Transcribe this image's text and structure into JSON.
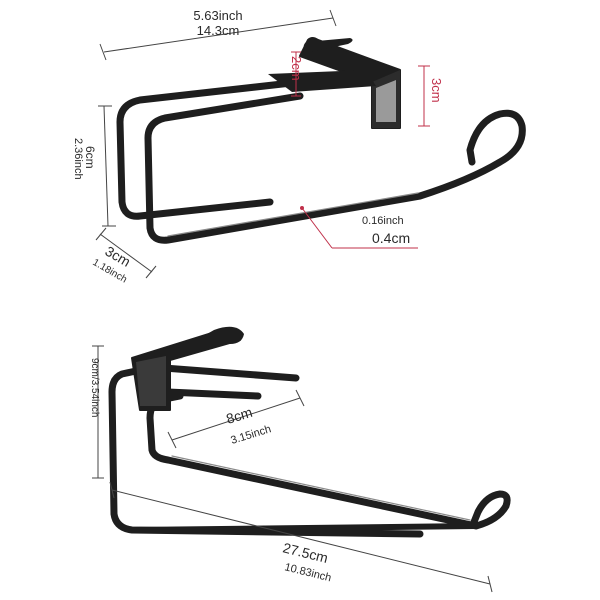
{
  "top_product": {
    "width_in": "5.63inch",
    "width_cm": "14.3cm",
    "clip_height_cm": "2cm",
    "bracket_height_cm": "3cm",
    "height_cm": "6cm",
    "height_in": "2.36inch",
    "depth_cm": "3cm",
    "depth_in": "1.18inch",
    "wire_in": "0.16inch",
    "wire_cm": "0.4cm"
  },
  "bottom_product": {
    "height_label": "9cm/3.54inch",
    "gap_cm": "8cm",
    "gap_in": "3.15inch",
    "length_cm": "27.5cm",
    "length_in": "10.83inch"
  },
  "colors": {
    "metal": "#1e1e1e",
    "metal_highlight": "#8a8a8a",
    "dimension_line": "#444444",
    "accent_red": "#c0304a"
  }
}
